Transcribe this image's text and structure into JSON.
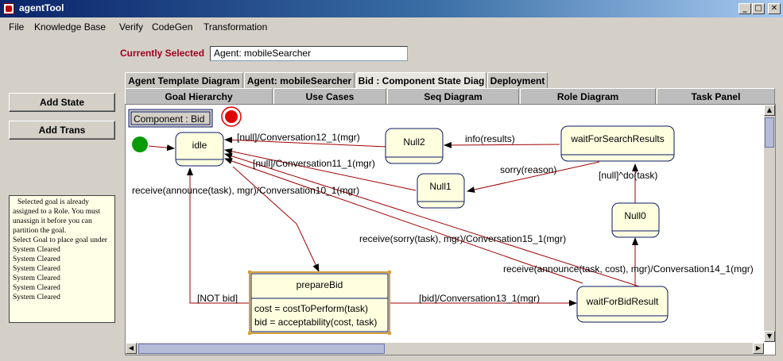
{
  "window": {
    "title": "agentTool",
    "minimize_glyph": "_",
    "maximize_glyph": "□",
    "close_glyph": "✕"
  },
  "menu": [
    {
      "label": "File"
    },
    {
      "label": "Knowledge Base"
    },
    {
      "label": "Verify"
    },
    {
      "label": "CodeGen"
    },
    {
      "label": "Transformation"
    }
  ],
  "current": {
    "label": "Currently Selected",
    "value": "Agent: mobileSearcher"
  },
  "buttons": {
    "add_state": "Add State",
    "add_trans": "Add Trans"
  },
  "log": [
    "Selected goal is already assigned to a Role.  You must unassign it before you can partition the goal.",
    "Select Goal to place goal under",
    "System Cleared",
    "System Cleared",
    "System Cleared",
    "System Cleared",
    "System Cleared",
    "System Cleared"
  ],
  "tabs_row1": [
    "Agent Template Diagram",
    "Agent: mobileSearcher",
    "Bid : Component State Diag",
    "Deployment"
  ],
  "tabs_row2": [
    "Goal Hierarchy",
    "Use Cases",
    "Seq Diagram",
    "Role Diagram",
    "Task Panel"
  ],
  "selected_tab": "Bid : Component State Diag",
  "diagram": {
    "component_label": "Component : Bid",
    "states": {
      "idle": "idle",
      "null2": "Null2",
      "waitForSearchResults": "waitForSearchResults",
      "null1": "Null1",
      "null0": "Null0",
      "prepareBid": "prepareBid",
      "prepareBid_line1": "cost = costToPerform(task)",
      "prepareBid_line2": "bid = acceptability(cost, task)",
      "waitForBidResult": "waitForBidResult"
    },
    "transitions": {
      "t1": "[null]/Conversation12_1(mgr)",
      "t2": "info(results)",
      "t3": "[null]/Conversation11_1(mgr)",
      "t4": "sorry(reason)",
      "t5": "[null]^do(task)",
      "t6": "receive(announce(task), mgr)/Conversation10_1(mgr)",
      "t7": "receive(sorry(task), mgr)/Conversation15_1(mgr)",
      "t8": "receive(announce(task, cost), mgr)/Conversation14_1(mgr)",
      "t9": "[NOT bid]",
      "t10": "[bid]/Conversation13_1(mgr)"
    }
  },
  "colors": {
    "state_fill": "#ffffe0",
    "state_border": "#0a1a6a",
    "arrow": "#a00000",
    "start": "#0a9a0a",
    "end": "#e00000",
    "selected_border": "#d4a040"
  }
}
